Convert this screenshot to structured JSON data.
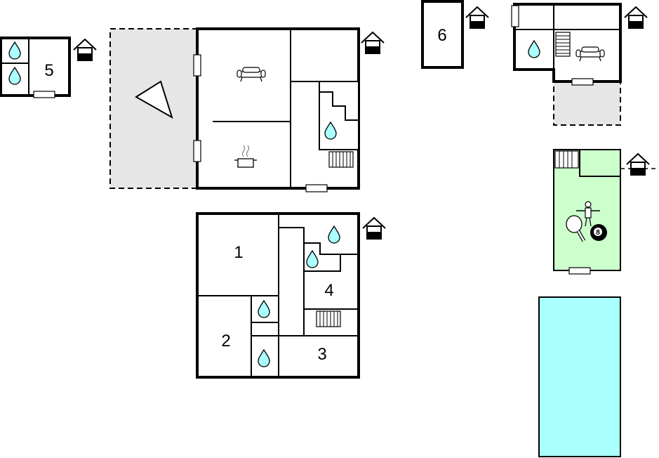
{
  "plan": {
    "room_labels": {
      "r1": "1",
      "r2": "2",
      "r3": "3",
      "r4": "4",
      "r5": "5",
      "r6": "6",
      "billiard": "8"
    },
    "colors": {
      "wall": "#000000",
      "terrace": "#e6e6e6",
      "game_room": "#ccffcc",
      "pool": "#aaffff",
      "water_drop": "#aaffff"
    },
    "icons": [
      "house-icon",
      "water-drop-icon",
      "sofa-icon",
      "cooking-pot-icon",
      "radiator-icon",
      "stairs-icon",
      "foosball-icon",
      "table-tennis-icon",
      "billiard-ball-icon",
      "compass-north-arrow-icon",
      "door-icon"
    ]
  }
}
